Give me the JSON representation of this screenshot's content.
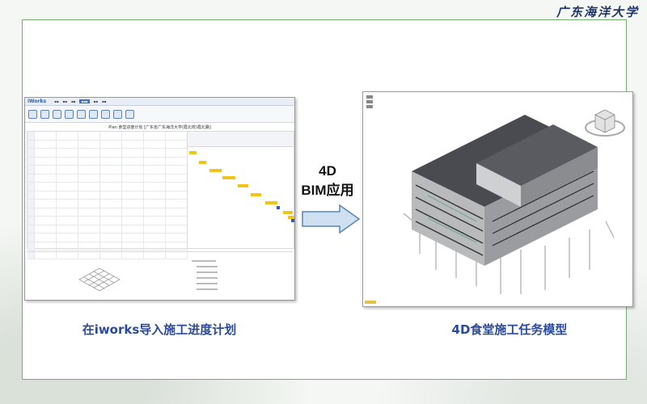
{
  "header": {
    "logo_text": "广东海洋大学"
  },
  "left_panel": {
    "caption": "在iworks导入施工进度计划",
    "app": {
      "name": "iWorks",
      "plan_title": "Plan 食堂进度计划 [广东省广东海洋大学(霞北校)霞北路]"
    }
  },
  "center": {
    "line1": "4D",
    "line2": "BIM应用"
  },
  "right_panel": {
    "caption": "4D食堂施工任务模型"
  },
  "colors": {
    "frame_border": "#6fb06f",
    "caption_text": "#2b4a9c",
    "logo_text": "#1f3566",
    "gantt_bar": "#f0c419",
    "gantt_milestone": "#3b55b8",
    "arrow_fill": "#cfe0f2",
    "arrow_stroke": "#5a86b5"
  }
}
